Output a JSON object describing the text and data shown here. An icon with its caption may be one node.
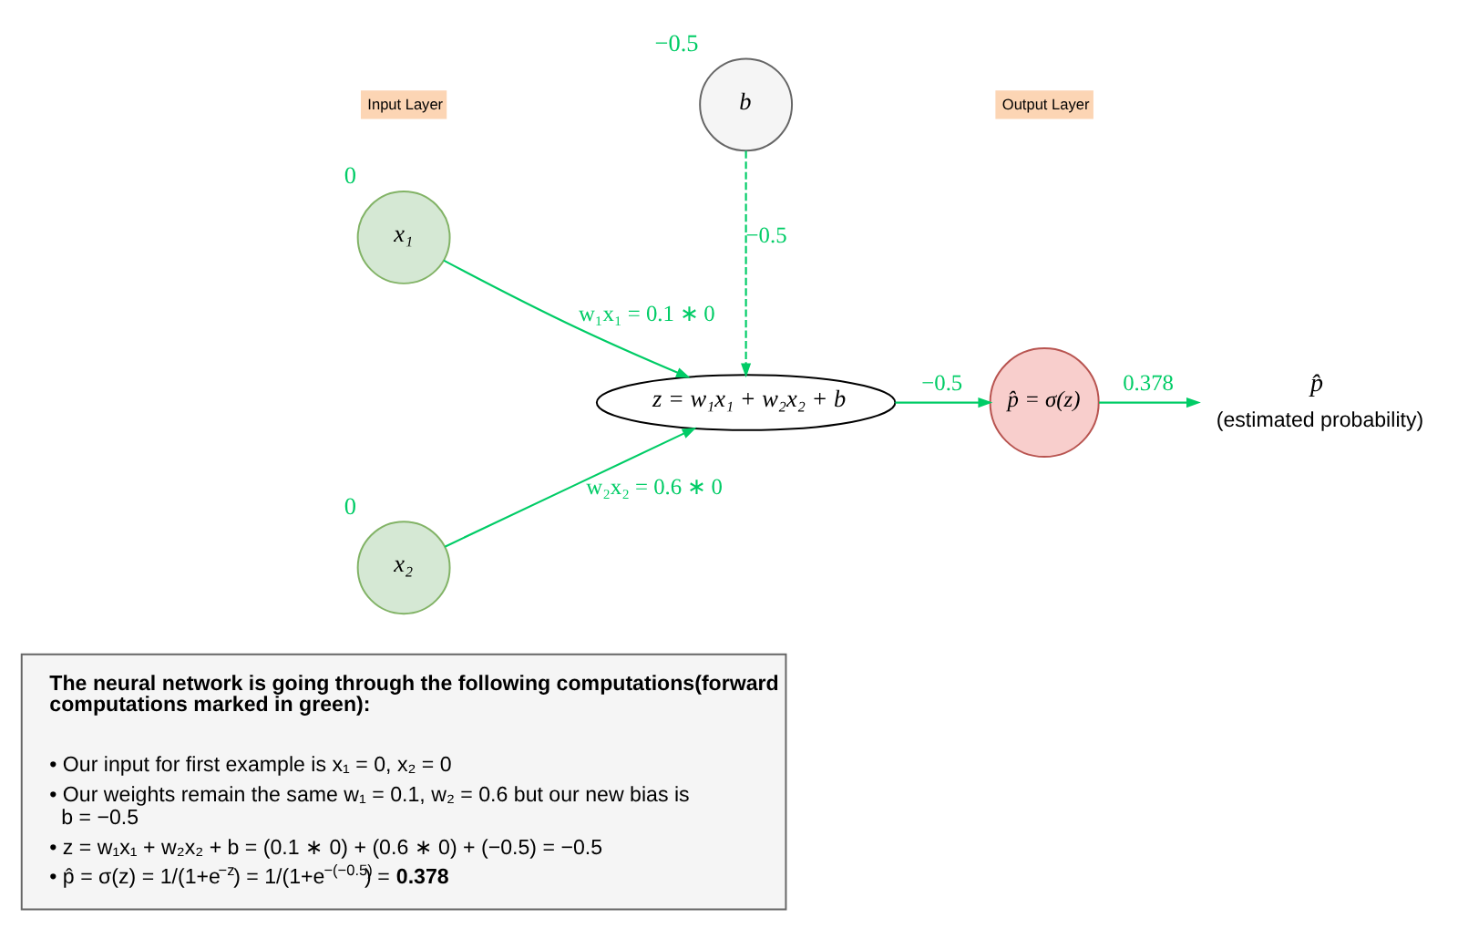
{
  "diagram": {
    "nodes": [
      {
        "text": [
          "b"
        ],
        "beside": [
          "−0.5"
        ]
      },
      {
        "text": [
          "x₁"
        ],
        "beside": [
          "0"
        ]
      },
      {
        "text": [
          "x₂"
        ],
        "beside": [
          "0"
        ]
      },
      {
        "text": [
          "z = w₁x₁ + w₂x₂ + b"
        ]
      },
      {
        "text": [
          "p̂ = σ(z)"
        ]
      },
      {
        "text": [
          "p̂",
          "(estimated probability)"
        ]
      },
      {
        "text": [
          "The neural network is going through the following computations(forward computations marked in green):",
          "• Our input for first example is x₁ = 0, x₂ = 0",
          "• Our weights remain the same w₁ = 0.1, w₂ = 0.6 but our new bias is b = −0.5",
          "• z = w₁x₁ + w₂x₂ + b = (0.1 ∗ 0) + (0.6 ∗ 0) + (−0.5) = −0.5",
          "• p̂ = σ(z) = 1/(1+e$^{−z}$) = 1/(1+e$^{−(−0.5)}$) = **0.378**"
        ]
      }
    ],
    "edges": [
      {
        "from": 0,
        "to": 3,
        "arrow": "to",
        "label": "−0.5",
        "style": "dashed"
      },
      {
        "from": 1,
        "to": 3,
        "arrow": "to",
        "label": "w₁x₁ = 0.1 ∗ 0"
      },
      {
        "from": 2,
        "to": 3,
        "arrow": "to",
        "label": "w₂x₂ = 0.6 ∗ 0"
      },
      {
        "from": 3,
        "to": 4,
        "arrow": "to",
        "label": "−0.5"
      },
      {
        "from": 4,
        "to": 5,
        "arrow": "to",
        "label": "0.378"
      }
    ],
    "labels": [
      "Input Layer",
      "Output Layer"
    ]
  }
}
